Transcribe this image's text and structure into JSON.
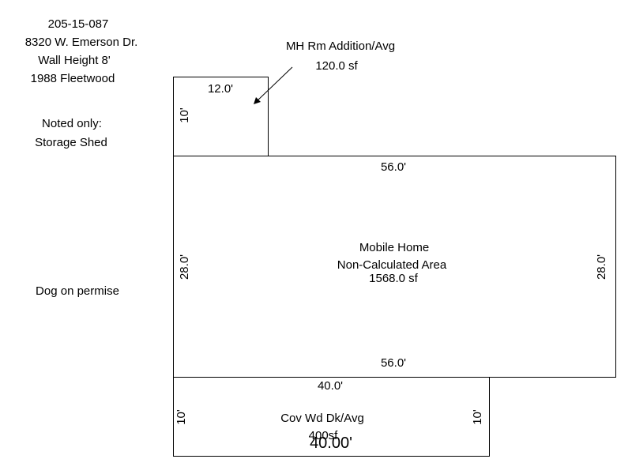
{
  "header": {
    "parcel": "205-15-087",
    "address": "8320 W. Emerson Dr.",
    "wall_height": "Wall Height 8'",
    "home_info": "1988 Fleetwood"
  },
  "notes": {
    "noted_only": "Noted only:",
    "storage_shed": "Storage Shed",
    "dog": "Dog on permise"
  },
  "addition": {
    "label": "MH Rm Addition/Avg",
    "area": "120.0 sf",
    "top_dim": "12.0'",
    "side_dim": "10'"
  },
  "mobile_home": {
    "label": "Mobile Home",
    "sublabel": "Non-Calculated Area",
    "area": "1568.0 sf",
    "top_dim": "56.0'",
    "bottom_dim": "56.0'",
    "left_dim": "28.0'",
    "right_dim": "28.0'"
  },
  "deck": {
    "label": "Cov Wd Dk/Avg",
    "area": "400sf",
    "top_dim": "40.0'",
    "bottom_dim": "40.00'",
    "left_dim": "10'",
    "right_dim": "10'"
  },
  "colors": {
    "outline": "#000000",
    "background": "#ffffff"
  }
}
